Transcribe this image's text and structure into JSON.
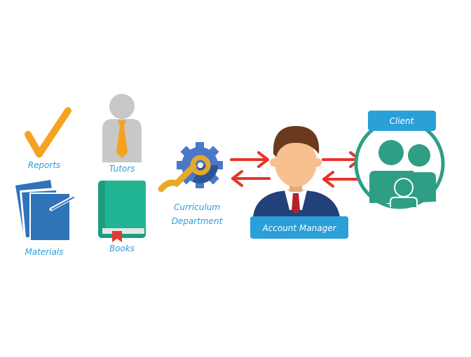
{
  "labels": {
    "reports": "Reports",
    "tutors": "Tutors",
    "materials": "Materials",
    "books": "Books",
    "curriculum_line1": "Curriculum",
    "curriculum_line2": "Department",
    "account_manager": "Account Manager",
    "client": "Client"
  },
  "icons": [
    "checkmark-icon",
    "tutor-icon",
    "materials-icon",
    "book-icon",
    "gear-wrench-icon",
    "account-manager-icon",
    "client-family-icon",
    "arrow-icon"
  ],
  "colors": {
    "blue": "#2a9fd8",
    "orange": "#f4a21f",
    "teal": "#2e9e84",
    "red": "#e8332a",
    "navy": "#22407a",
    "gray": "#c8c8c8"
  }
}
